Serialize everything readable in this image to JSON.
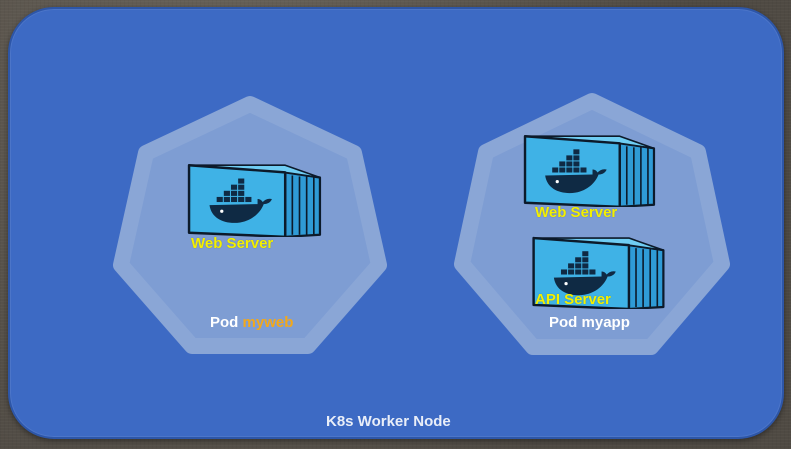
{
  "node": {
    "title": "K8s Worker Node"
  },
  "pods": [
    {
      "prefix": "Pod",
      "name": "myweb",
      "containers": [
        {
          "label": "Web Server",
          "icon": "docker-container-icon"
        }
      ]
    },
    {
      "prefix": "Pod",
      "name": "myapp",
      "containers": [
        {
          "label": "Web Server",
          "icon": "docker-container-icon"
        },
        {
          "label": "API Server",
          "icon": "docker-container-icon"
        }
      ]
    }
  ],
  "colors": {
    "node_fill": "#3d6ac4",
    "pod_fill": "#8aa6d6",
    "container_fill": "#3fb2e6",
    "label_yellow": "#f4f000",
    "pod_name_orange": "#f3a81a"
  }
}
